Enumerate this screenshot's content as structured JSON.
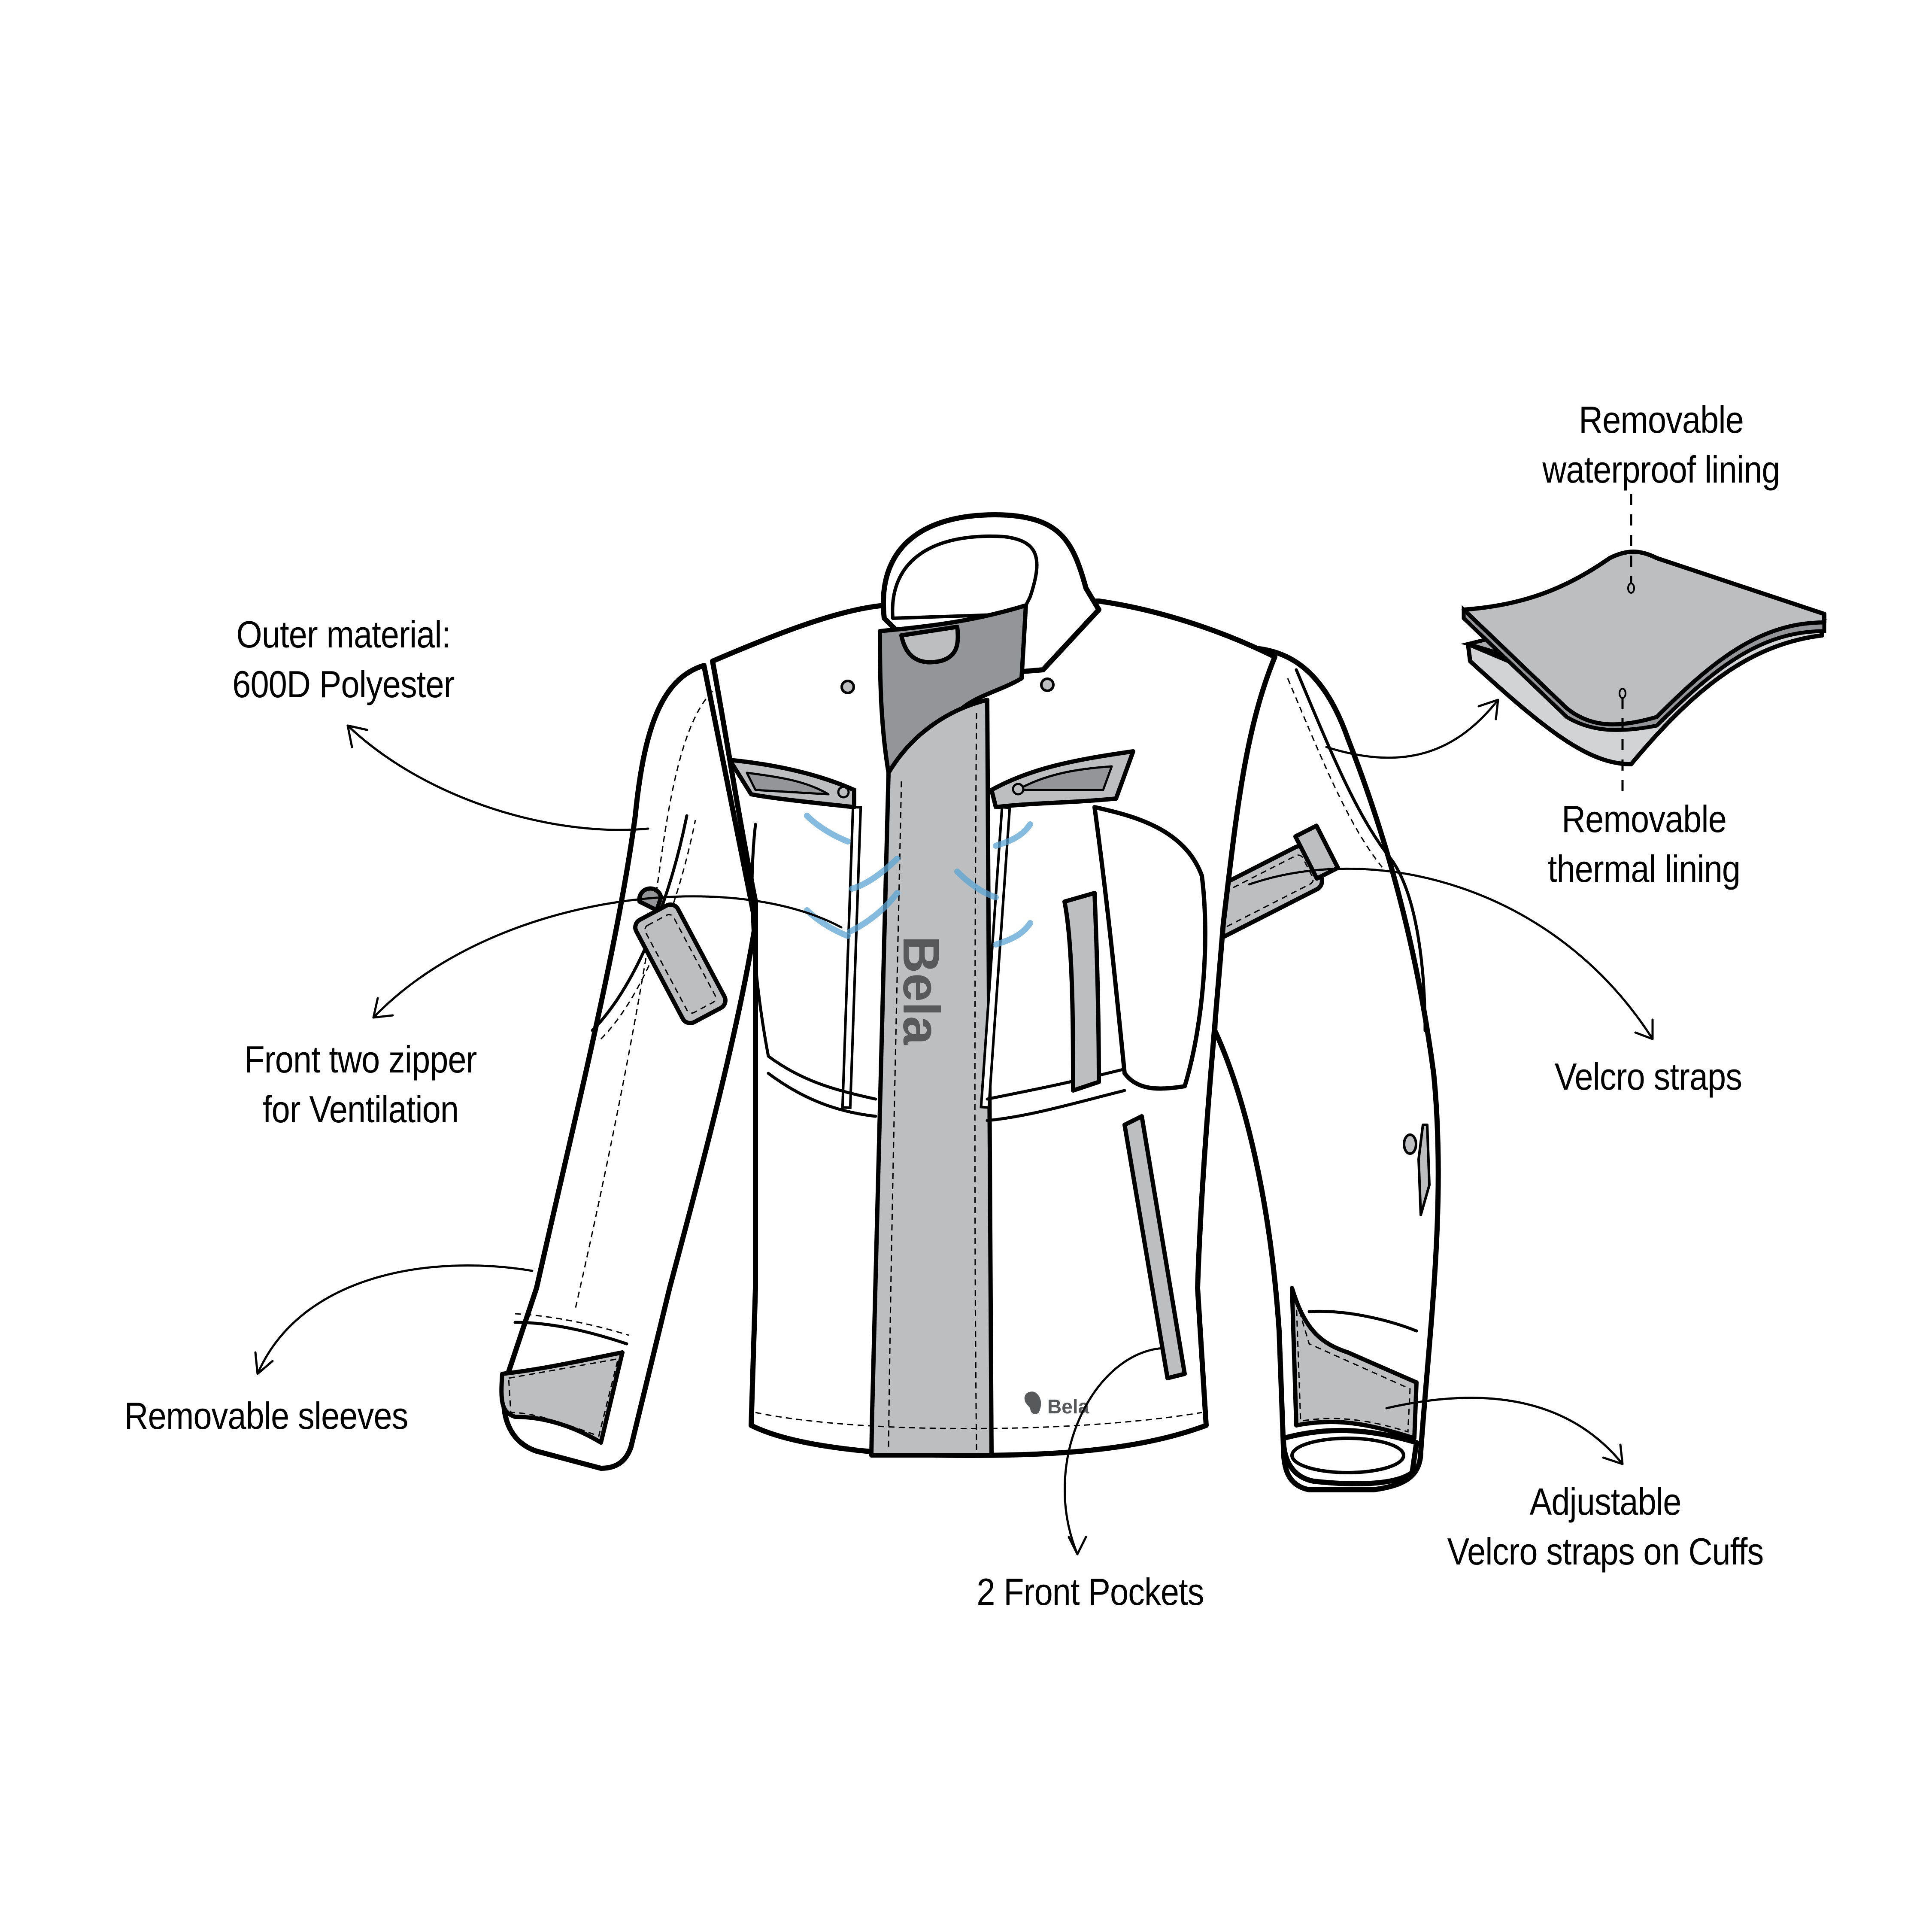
{
  "diagram": {
    "subject": "Motorcycle jacket technical illustration",
    "brand": "Bela",
    "colors": {
      "background": "#ffffff",
      "outline": "#000000",
      "panel_light_gray": "#bcbec0",
      "panel_dark_gray": "#939598",
      "lining_light": "#d1d3d4",
      "logo_gray": "#58595b",
      "airflow_blue": "#5ba4d4"
    }
  },
  "callouts": [
    {
      "id": "outer-material",
      "lines": [
        "Outer material:",
        "600D Polyester"
      ]
    },
    {
      "id": "waterproof-lining",
      "lines": [
        "Removable",
        "waterproof lining"
      ]
    },
    {
      "id": "thermal-lining",
      "lines": [
        "Removable",
        "thermal lining"
      ]
    },
    {
      "id": "front-zipper",
      "lines": [
        "Front two zipper",
        "for Ventilation"
      ]
    },
    {
      "id": "velcro-straps",
      "lines": [
        "Velcro straps"
      ]
    },
    {
      "id": "removable-sleeves",
      "lines": [
        "Removable sleeves"
      ]
    },
    {
      "id": "front-pockets",
      "lines": [
        "2 Front Pockets"
      ]
    },
    {
      "id": "cuff-straps",
      "lines": [
        "Adjustable",
        "Velcro straps on Cuffs"
      ]
    }
  ],
  "logos": {
    "placket_logo": "Bela",
    "hem_logo": "Bela",
    "hem_logo_icon": "bear-head-icon"
  }
}
